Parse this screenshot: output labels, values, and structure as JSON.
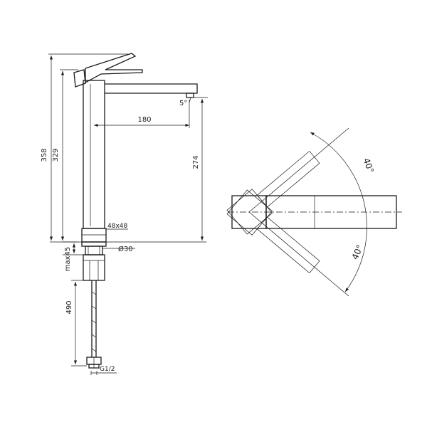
{
  "dimensions": {
    "total_height": "358",
    "spout_height": "329",
    "spout_reach": "180",
    "spout_clearance": "274",
    "spout_angle": "5°",
    "base_size": "48x48",
    "mount_hole": "Ø30",
    "deck_thickness": "max45",
    "hose_length": "490",
    "connection": "G1/2"
  },
  "plan_view": {
    "swivel_angle_top": "40°",
    "swivel_angle_bottom": "40°"
  }
}
